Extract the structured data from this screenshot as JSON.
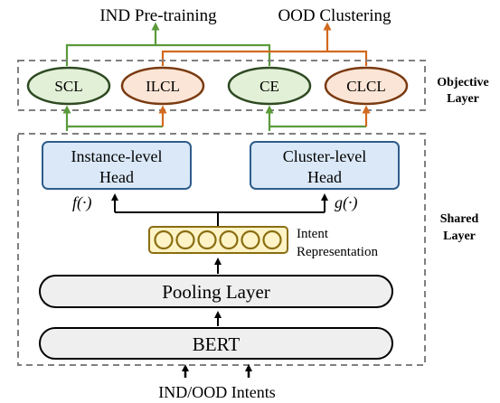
{
  "titles": {
    "ind_pretraining": "IND  Pre-training",
    "ood_clustering": "OOD Clustering"
  },
  "objective_layer": {
    "label_line1": "Objective",
    "label_line2": "Layer",
    "losses": [
      "SCL",
      "ILCL",
      "CE",
      "CLCL"
    ]
  },
  "shared_layer": {
    "label_line1": "Shared",
    "label_line2": "Layer"
  },
  "heads": {
    "instance_line1": "Instance-level",
    "instance_line2": "Head",
    "instance_fn": "f(·)",
    "cluster_line1": "Cluster-level",
    "cluster_line2": "Head",
    "cluster_fn": "g(·)"
  },
  "intent": {
    "label_line1": "Intent",
    "label_line2": "Representation"
  },
  "pooling_label": "Pooling Layer",
  "bert_label": "BERT",
  "input_label": "IND/OOD Intents",
  "colors": {
    "green": "#5a9a3a",
    "orange": "#d2691e",
    "ellipse_green_fill": "#e3f0d8",
    "ellipse_orange_fill": "#fbe5d6",
    "head_fill": "#dae8f7",
    "head_stroke": "#2f5d8c",
    "intent_fill": "#fdf3c6",
    "intent_stroke": "#8a6d10",
    "bar_fill": "#efefef",
    "dashed": "#808080"
  }
}
